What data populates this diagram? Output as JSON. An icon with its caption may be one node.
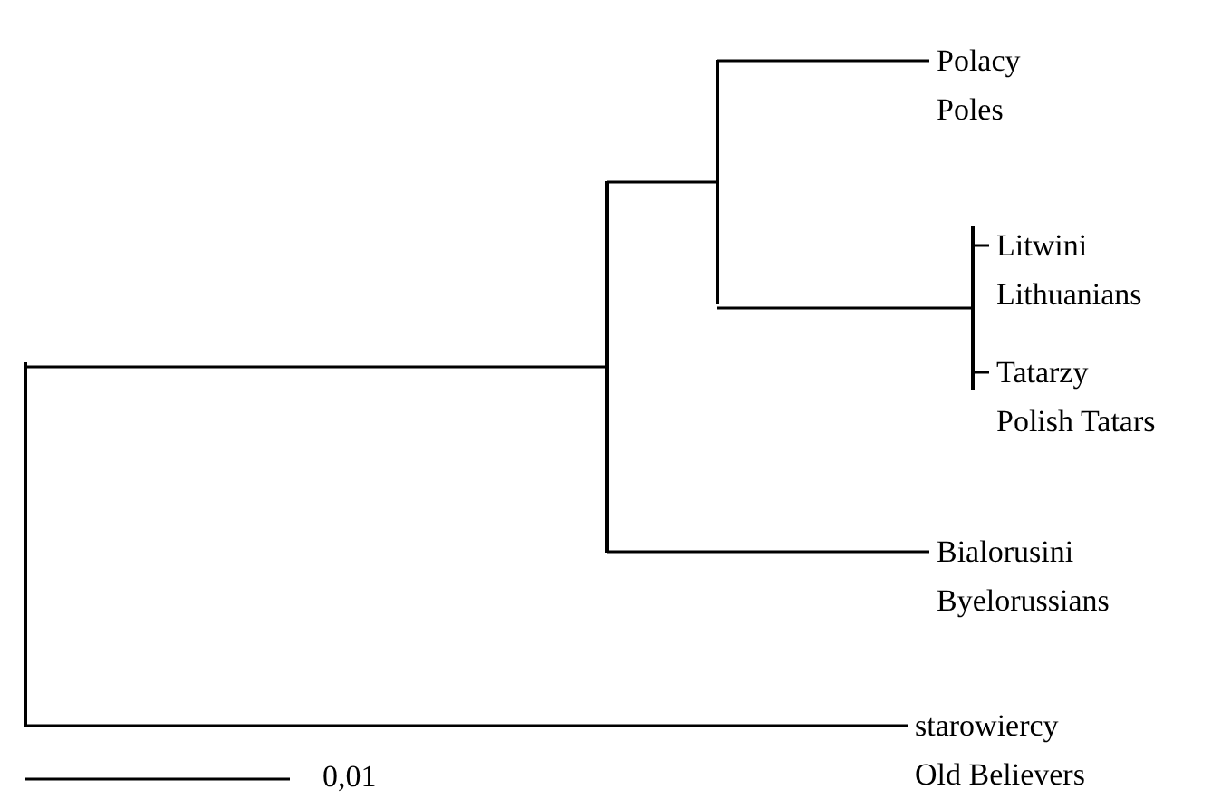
{
  "diagram": {
    "nodes": [
      {
        "text": [
          "Polacy",
          "Poles"
        ]
      },
      {
        "text": [
          "Litwini",
          "Lithuanians"
        ]
      },
      {
        "text": [
          "Tatarzy",
          "Polish Tatars"
        ]
      },
      {
        "text": [
          "Bialorusini",
          "Byelorussians"
        ]
      },
      {
        "text": [
          "starowiercy",
          "Old Believers"
        ]
      },
      {
        "text": [],
        "shape": "bar"
      },
      {
        "text": [],
        "shape": "bar"
      },
      {
        "text": [],
        "shape": "bar"
      },
      {
        "text": [],
        "shape": "bar"
      }
    ],
    "edges": [
      {
        "from": 5,
        "to": 6,
        "arrow": "none"
      },
      {
        "from": 5,
        "to": 4,
        "arrow": "none"
      },
      {
        "from": 6,
        "to": 7,
        "arrow": "none"
      },
      {
        "from": 6,
        "to": 3,
        "arrow": "none"
      },
      {
        "from": 7,
        "to": 0,
        "arrow": "none"
      },
      {
        "from": 7,
        "to": 8,
        "arrow": "none"
      },
      {
        "from": 8,
        "to": 1,
        "arrow": "none"
      },
      {
        "from": 8,
        "to": 2,
        "arrow": "none"
      }
    ],
    "labels": [
      "0,01"
    ]
  }
}
